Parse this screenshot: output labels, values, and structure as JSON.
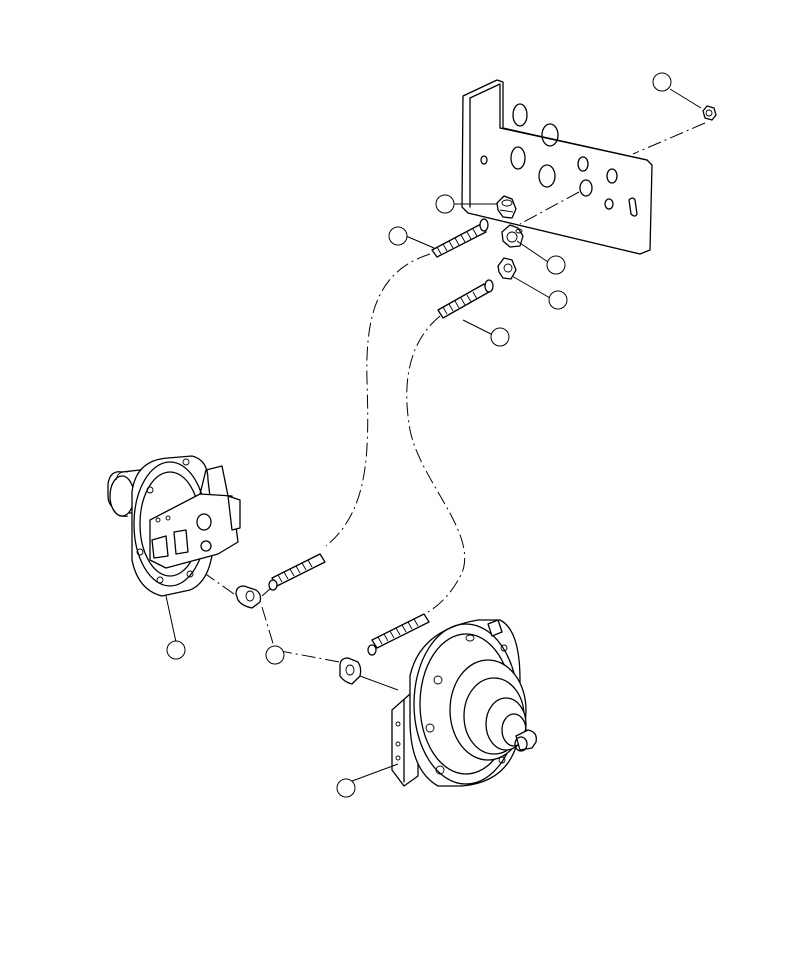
{
  "callouts": [
    {
      "id": "nut",
      "label": ""
    },
    {
      "id": "fitting-upper",
      "label": ""
    },
    {
      "id": "hose-upper",
      "label": ""
    },
    {
      "id": "tee-fitting",
      "label": ""
    },
    {
      "id": "elbow-upper",
      "label": ""
    },
    {
      "id": "hose-lower",
      "label": ""
    },
    {
      "id": "motor-left",
      "label": ""
    },
    {
      "id": "elbow-motor",
      "label": ""
    },
    {
      "id": "motor-right",
      "label": ""
    }
  ]
}
